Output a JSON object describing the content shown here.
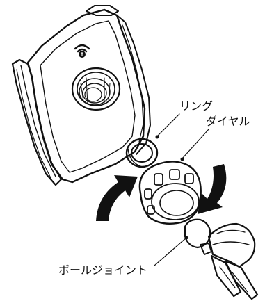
{
  "labels": {
    "ring": "リング",
    "dial": "ダイヤル",
    "ball_joint": "ボールジョイント"
  },
  "colors": {
    "ink": "#111111",
    "body_fill": "#ffffff",
    "shade": "#8a8a8a",
    "arrow": "#111111"
  },
  "icons": {
    "wireless_charging": "wireless-charging-icon"
  }
}
